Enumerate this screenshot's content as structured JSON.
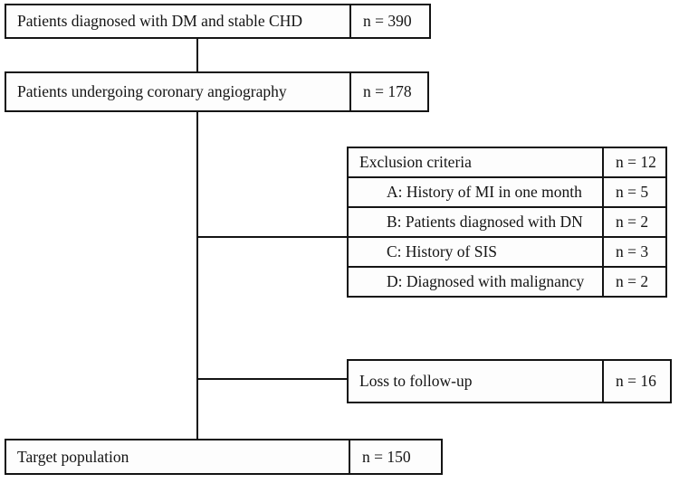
{
  "figure": {
    "type": "patient-flow-diagram",
    "background_color": "#ffffff",
    "line_color": "#141414"
  },
  "boxes": {
    "box1": {
      "label": "Patients diagnosed with DM and stable CHD",
      "count": "n = 390"
    },
    "box2": {
      "label": "Patients undergoing coronary angiography",
      "count": "n = 178"
    },
    "loss": {
      "label": "Loss to follow-up",
      "count": "n = 16"
    },
    "target": {
      "label": "Target population",
      "count": "n = 150"
    }
  },
  "exclusion": {
    "rows": [
      {
        "label": "Exclusion criteria",
        "count": "n = 12",
        "indent": false
      },
      {
        "label": "A: History of MI in one month",
        "count": "n = 5",
        "indent": true
      },
      {
        "label": "B: Patients diagnosed with DN",
        "count": "n = 2",
        "indent": true
      },
      {
        "label": "C: History of SIS",
        "count": "n = 3",
        "indent": true
      },
      {
        "label": "D: Diagnosed with malignancy",
        "count": "n = 2",
        "indent": true
      }
    ]
  }
}
